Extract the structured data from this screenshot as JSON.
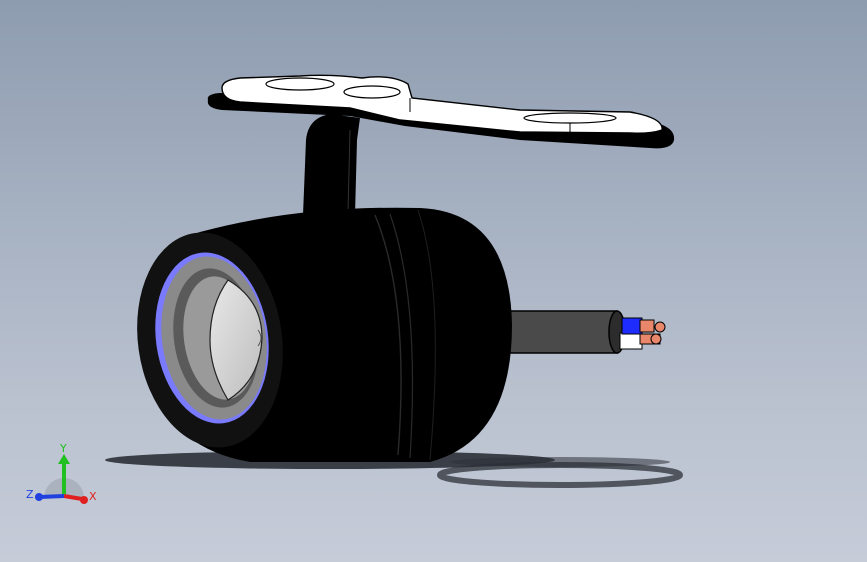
{
  "viewport": {
    "background_top": "#8e9cb0",
    "background_bottom": "#c6ccd8"
  },
  "model": {
    "body_color": "#000000",
    "lens_ring_color": "#7a7aff",
    "lens_glass_color": "#d6d6d6",
    "cable_jacket_color": "#4a4a4a",
    "wire_colors": [
      "#1e2cff",
      "#ffffff",
      "#e8876a"
    ]
  },
  "triad": {
    "x_label": "X",
    "y_label": "Y",
    "z_label": "Z",
    "x_color": "#e02020",
    "y_color": "#20c020",
    "z_color": "#2040e0"
  }
}
